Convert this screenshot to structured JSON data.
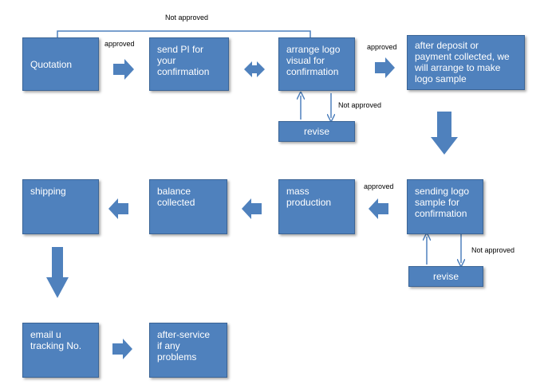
{
  "colors": {
    "box_fill": "#4f81bd",
    "box_border": "#3a6496",
    "arrow_fill": "#4f81bd",
    "line": "#4f81bd",
    "label_text": "#000000",
    "box_text": "#ffffff"
  },
  "nodes": {
    "quotation": "Quotation",
    "send_pi": "send PI for\nyour\nconfirmation",
    "arrange_logo": "arrange logo\nvisual for\nconfirmation",
    "after_deposit": "after deposit or\npayment collected, we\nwill arrange to make\nlogo sample",
    "revise_1": "revise",
    "sending_sample": "sending logo\nsample for\nconfirmation",
    "revise_2": "revise",
    "mass_production": "mass\nproduction",
    "balance_collected": "balance\ncollected",
    "shipping": "shipping",
    "email_tracking": "email u\ntracking No.",
    "after_service": "after-service\nif any\nproblems"
  },
  "labels": {
    "not_approved_top": "Not approved",
    "approved_1": "approved",
    "approved_2": "approved",
    "not_approved_1": "Not  approved",
    "approved_3": "approved",
    "not_approved_2": "Not approved"
  }
}
